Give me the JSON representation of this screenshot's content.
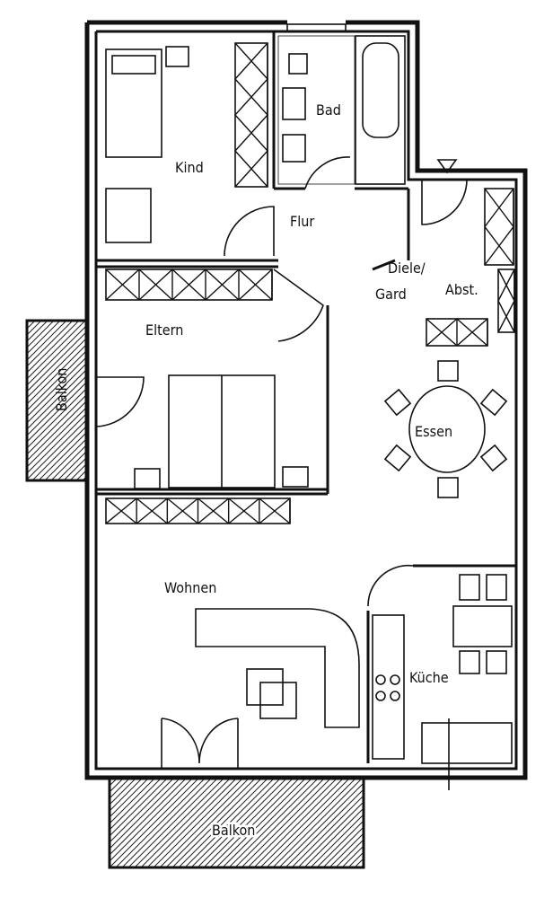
{
  "plan": {
    "rooms": {
      "kind": "Kind",
      "bad": "Bad",
      "flur": "Flur",
      "diele_line1": "Diele/",
      "diele_line2": "Gard",
      "abst": "Abst.",
      "eltern": "Eltern",
      "essen": "Essen",
      "balkon_left": "Balkon",
      "wohnen": "Wohnen",
      "kueche": "Küche",
      "balkon_bottom": "Balkon"
    }
  }
}
